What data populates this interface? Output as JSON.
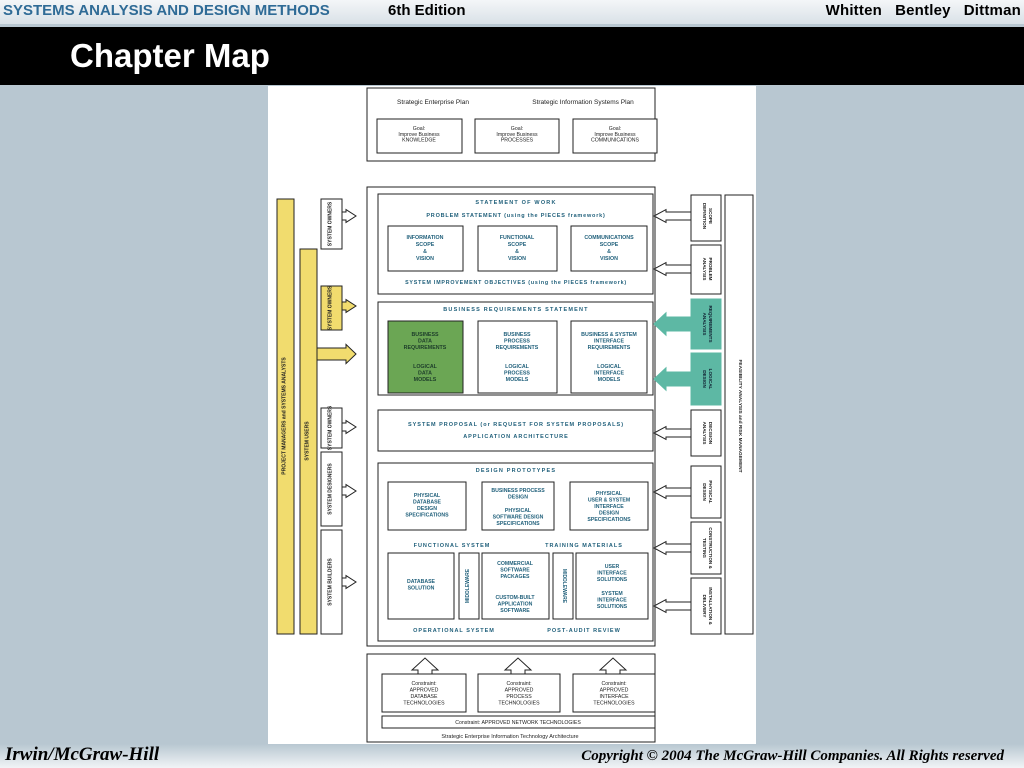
{
  "header": {
    "course_title": "SYSTEMS ANALYSIS AND DESIGN METHODS",
    "edition": "6th Edition",
    "authors": "Whitten   Bentley   Dittman"
  },
  "slide": {
    "title": "Chapter Map"
  },
  "footer": {
    "publisher": "Irwin/McGraw-Hill",
    "copyright": "Copyright © 2004 The McGraw-Hill Companies. All Rights reserved"
  },
  "colors": {
    "accent_blue": "#2f6b96",
    "yellow": "#f1dc6e",
    "teal": "#5db8a4",
    "green": "#6ba654",
    "label_teal": "#1f5f7a"
  },
  "diagram": {
    "top": {
      "plan1": "Strategic Enterprise Plan",
      "plan2": "Strategic Information Systems Plan",
      "goal1": [
        "Goal:",
        "Improve Business",
        "KNOWLEDGE"
      ],
      "goal2": [
        "Goal:",
        "Improve Business",
        "PROCESSES"
      ],
      "goal3": [
        "Goal:",
        "Improve Business",
        "COMMUNICATIONS"
      ]
    },
    "scope": {
      "statement_of_work": "STATEMENT OF WORK",
      "problem_statement": "PROBLEM STATEMENT (using the PIECES framework)",
      "info": [
        "INFORMATION",
        "SCOPE",
        "&",
        "VISION"
      ],
      "func": [
        "FUNCTIONAL",
        "SCOPE",
        "&",
        "VISION"
      ],
      "comm": [
        "COMMUNICATIONS",
        "SCOPE",
        "&",
        "VISION"
      ],
      "objectives": "SYSTEM IMPROVEMENT OBJECTIVES (using the PIECES framework)"
    },
    "requirements": {
      "title": "BUSINESS REQUIREMENTS STATEMENT",
      "data_req": [
        "BUSINESS",
        "DATA",
        "REQUIREMENTS"
      ],
      "data_models": [
        "LOGICAL",
        "DATA",
        "MODELS"
      ],
      "process_req": [
        "BUSINESS",
        "PROCESS",
        "REQUIREMENTS"
      ],
      "process_models": [
        "LOGICAL",
        "PROCESS",
        "MODELS"
      ],
      "interface_req": [
        "BUSINESS & SYSTEM",
        "INTERFACE",
        "REQUIREMENTS"
      ],
      "interface_models": [
        "LOGICAL",
        "INTERFACE",
        "MODELS"
      ]
    },
    "proposal": {
      "line1": "SYSTEM PROPOSAL (or REQUEST FOR SYSTEM PROPOSALS)",
      "line2": "APPLICATION ARCHITECTURE"
    },
    "design": {
      "prototypes": "DESIGN PROTOTYPES",
      "db_design": [
        "PHYSICAL",
        "DATABASE",
        "DESIGN",
        "SPECIFICATIONS"
      ],
      "bp_design": [
        "BUSINESS PROCESS",
        "DESIGN"
      ],
      "sw_design": [
        "PHYSICAL",
        "SOFTWARE DESIGN",
        "SPECIFICATIONS"
      ],
      "ui_design": [
        "PHYSICAL",
        "USER & SYSTEM",
        "INTERFACE",
        "DESIGN",
        "SPECIFICATIONS"
      ],
      "functional_system": "FUNCTIONAL SYSTEM",
      "training": "TRAINING MATERIALS",
      "db_solution": [
        "DATABASE",
        "SOLUTION"
      ],
      "middleware": "MIDDLEWARE",
      "commercial": [
        "COMMERCIAL",
        "SOFTWARE",
        "PACKAGES"
      ],
      "custom": [
        "CUSTOM-BUILT",
        "APPLICATION",
        "SOFTWARE"
      ],
      "ui_solutions": [
        "USER",
        "INTERFACE",
        "SOLUTIONS"
      ],
      "sys_solutions": [
        "SYSTEM",
        "INTERFACE",
        "SOLUTIONS"
      ],
      "operational": "OPERATIONAL SYSTEM",
      "post_audit": "POST-AUDIT REVIEW"
    },
    "left": {
      "pm": "PROJECT MANAGERS        and        SYSTEMS ANALYSTS",
      "users": "SYSTEM USERS",
      "owners": "SYSTEM OWNERS",
      "designers": "SYSTEM DESIGNERS",
      "builders": "SYSTEM BUILDERS"
    },
    "right": {
      "phases": [
        "SCOPE DEFINITION",
        "PROBLEM ANALYSIS",
        "REQUIREMENTS ANALYSIS",
        "LOGICAL DESIGN",
        "DECISION ANALYSIS",
        "PHYSICAL DESIGN",
        "CONSTRUCTION & TESTING",
        "INSTALLATION & DELIVERY"
      ],
      "feasibility": "FEASIBILITY ANALYSIS and RISK MANAGEMENT"
    },
    "bottom": {
      "c1": [
        "Constraint:",
        "APPROVED",
        "DATABASE",
        "TECHNOLOGIES"
      ],
      "c2": [
        "Constraint:",
        "APPROVED",
        "PROCESS",
        "TECHNOLOGIES"
      ],
      "c3": [
        "Constraint:",
        "APPROVED",
        "INTERFACE",
        "TECHNOLOGIES"
      ],
      "network": "Constraint: APPROVED NETWORK TECHNOLOGIES",
      "architecture": "Strategic Enterprise Information Technology Architecture"
    }
  }
}
